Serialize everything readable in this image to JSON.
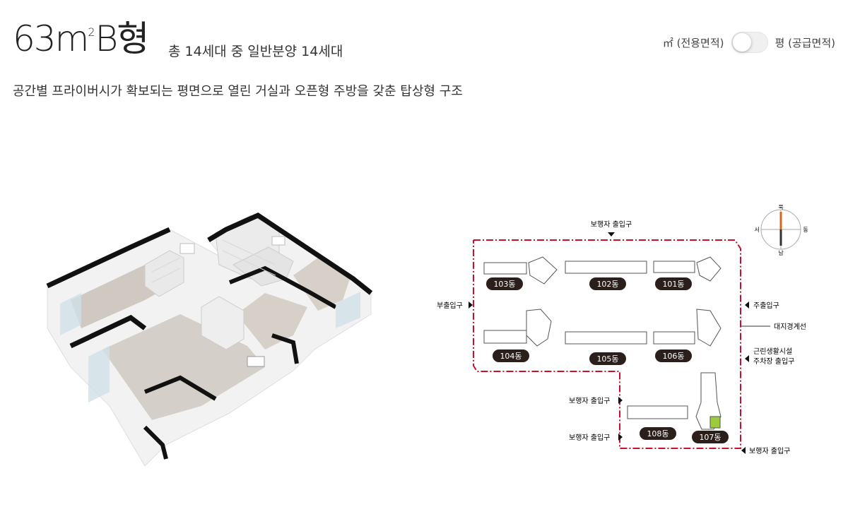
{
  "header": {
    "title_main": "63m",
    "title_sup": "2",
    "title_suffix": "B형",
    "subtitle": "총 14세대 중 일반분양 14세대",
    "description": "공간별 프라이버시가 확보되는 평면으로 열린 거실과 오픈형 주방을 갖춘 탑상형 구조"
  },
  "unit_toggle": {
    "left_label": "㎡ (전용면적)",
    "right_label": "평 (공급면적)",
    "state": "off"
  },
  "siteplan": {
    "north": "북",
    "south": "남",
    "west": "서",
    "east": "동",
    "labels": {
      "top_pedestrian": "보행자 출입구",
      "side_entrance": "부출입구",
      "main_entrance": "주출입구",
      "boundary": "대지경계선",
      "facility_parking_line1": "근린생활시설",
      "facility_parking_line2": "주차장 출입구",
      "pedestrian_left_1": "보행자 출입구",
      "pedestrian_left_2": "보행자 출입구",
      "pedestrian_bottom": "보행자 출입구"
    },
    "buildings": [
      "103동",
      "102동",
      "101동",
      "104동",
      "105동",
      "106동",
      "108동",
      "107동"
    ],
    "highlight_color": "#9ccc3c",
    "boundary_color": "#c8102e"
  }
}
